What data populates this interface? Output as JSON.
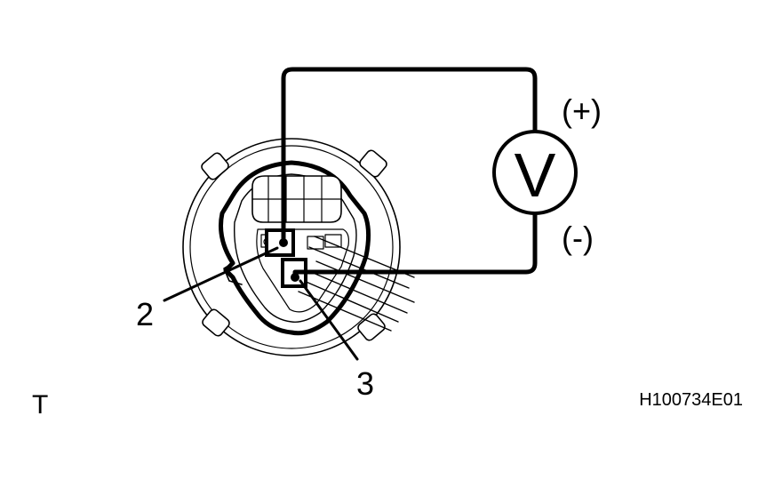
{
  "meter": {
    "symbol": "V",
    "positive_label": "(+)",
    "negative_label": "(-)"
  },
  "terminals": {
    "terminal_2": "2",
    "terminal_3": "3"
  },
  "corner_mark": "T",
  "figure_code": "H100734E01",
  "colors": {
    "ink": "#000000",
    "background": "#ffffff"
  }
}
